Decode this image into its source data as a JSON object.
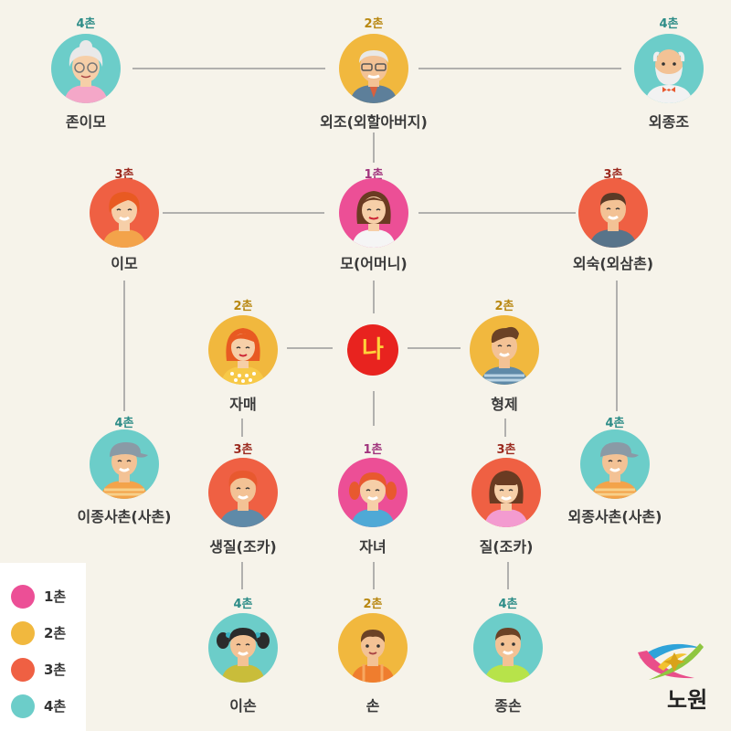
{
  "colors": {
    "1": "#ec4f96",
    "2": "#f1b83e",
    "3": "#ef6043",
    "4": "#6ccdc9"
  },
  "degree_text_colors": {
    "1": "#a0337c",
    "2": "#b88710",
    "3": "#9b2a1f",
    "4": "#2c8c87"
  },
  "nodes": [
    {
      "id": "jon-imo",
      "degree": "4",
      "degree_label": "4촌",
      "label": "존이모",
      "icon": "grandmother-icon"
    },
    {
      "id": "oejo",
      "degree": "2",
      "degree_label": "2촌",
      "label": "외조(외할아버지)",
      "icon": "grandfather-glasses-icon"
    },
    {
      "id": "oejongjo",
      "degree": "4",
      "degree_label": "4촌",
      "label": "외종조",
      "icon": "bearded-old-man-icon"
    },
    {
      "id": "imo",
      "degree": "3",
      "degree_label": "3촌",
      "label": "이모",
      "icon": "woman-red-hair-icon"
    },
    {
      "id": "mo",
      "degree": "1",
      "degree_label": "1촌",
      "label": "모(어머니)",
      "icon": "mother-icon"
    },
    {
      "id": "oesuk",
      "degree": "3",
      "degree_label": "3촌",
      "label": "외숙(외삼촌)",
      "icon": "uncle-icon"
    },
    {
      "id": "jamae",
      "degree": "2",
      "degree_label": "2촌",
      "label": "자매",
      "icon": "sister-icon"
    },
    {
      "id": "hyeongje",
      "degree": "2",
      "degree_label": "2촌",
      "label": "형제",
      "icon": "brother-icon"
    },
    {
      "id": "ijong-sachon",
      "degree": "4",
      "degree_label": "4촌",
      "label": "이종사촌(사촌)",
      "icon": "cousin-cap-icon"
    },
    {
      "id": "saengjil",
      "degree": "3",
      "degree_label": "3촌",
      "label": "생질(조카)",
      "icon": "nephew-icon"
    },
    {
      "id": "janyeo",
      "degree": "1",
      "degree_label": "1촌",
      "label": "자녀",
      "icon": "daughter-pigtails-icon"
    },
    {
      "id": "jil",
      "degree": "3",
      "degree_label": "3촌",
      "label": "질(조카)",
      "icon": "niece-icon"
    },
    {
      "id": "oejong-sachon",
      "degree": "4",
      "degree_label": "4촌",
      "label": "외종사촌(사촌)",
      "icon": "cousin-cap-icon"
    },
    {
      "id": "ison",
      "degree": "4",
      "degree_label": "4촌",
      "label": "이손",
      "icon": "girl-pigtails-icon"
    },
    {
      "id": "son",
      "degree": "2",
      "degree_label": "2촌",
      "label": "손",
      "icon": "grandchild-icon"
    },
    {
      "id": "jongson",
      "degree": "4",
      "degree_label": "4촌",
      "label": "종손",
      "icon": "boy-icon"
    }
  ],
  "center": {
    "label": "나"
  },
  "legend": [
    {
      "degree": "1",
      "label": "1촌"
    },
    {
      "degree": "2",
      "label": "2촌"
    },
    {
      "degree": "3",
      "label": "3촌"
    },
    {
      "degree": "4",
      "label": "4촌"
    }
  ],
  "logo": {
    "text": "노원",
    "icon": "nowon-star-logo-icon"
  }
}
